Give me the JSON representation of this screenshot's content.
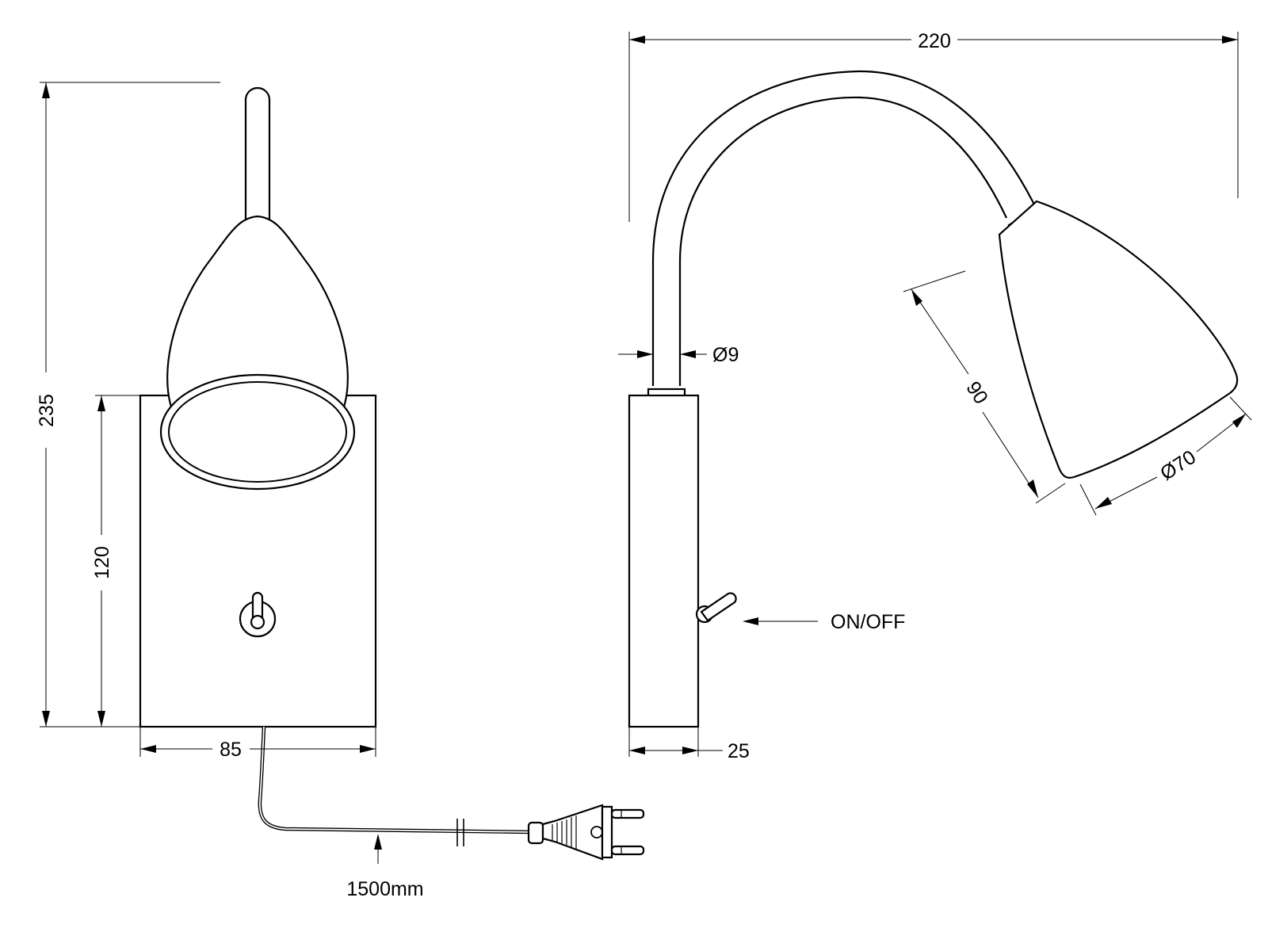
{
  "drawing": {
    "dimensions": {
      "total_height": "235",
      "plate_height": "120",
      "plate_width": "85",
      "depth": "25",
      "reach": "220",
      "arm_diameter": "Ø9",
      "shade_length": "90",
      "shade_diameter": "Ø70",
      "cable_length": "1500mm"
    },
    "labels": {
      "switch": "ON/OFF"
    }
  }
}
